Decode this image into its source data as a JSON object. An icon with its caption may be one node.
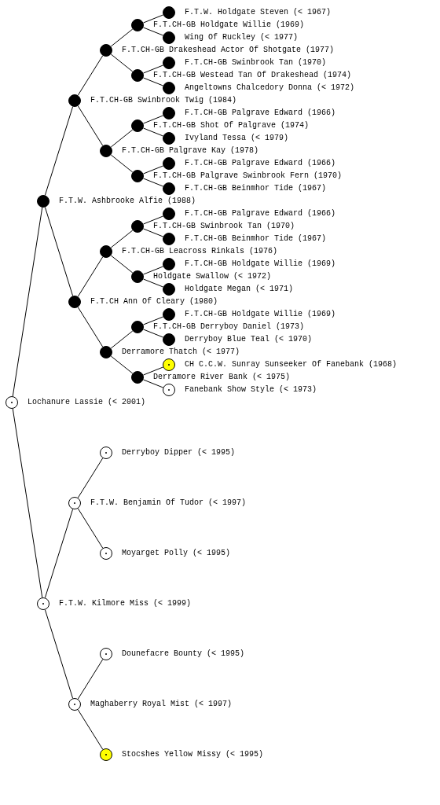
{
  "diagram": {
    "nodes": [
      {
        "text": [
          "F.T.W. Holdgate Steven (< 1967)"
        ]
      },
      {
        "text": [
          "F.T.CH-GB Holdgate Willie (1969)"
        ]
      },
      {
        "text": [
          "Wing Of Ruckley (< 1977)"
        ]
      },
      {
        "text": [
          "F.T.CH-GB Drakeshead Actor Of Shotgate (1977)"
        ]
      },
      {
        "text": [
          "F.T.CH-GB Swinbrook Tan (1970)"
        ]
      },
      {
        "text": [
          "F.T.CH-GB Westead Tan Of Drakeshead (1974)"
        ]
      },
      {
        "text": [
          "Angeltowns Chalcedory Donna (< 1972)"
        ]
      },
      {
        "text": [
          "F.T.CH-GB Swinbrook Twig (1984)"
        ]
      },
      {
        "text": [
          "F.T.CH-GB Palgrave Edward (1966)"
        ]
      },
      {
        "text": [
          "F.T.CH-GB Shot Of Palgrave (1974)"
        ]
      },
      {
        "text": [
          "Ivyland Tessa (< 1979)"
        ]
      },
      {
        "text": [
          "F.T.CH-GB Palgrave Kay (1978)"
        ]
      },
      {
        "text": [
          "F.T.CH-GB Palgrave Edward (1966)"
        ]
      },
      {
        "text": [
          "F.T.CH-GB Palgrave Swinbrook Fern (1970)"
        ]
      },
      {
        "text": [
          "F.T.CH-GB Beinmhor Tide (1967)"
        ]
      },
      {
        "text": [
          "F.T.W. Ashbrooke Alfie (1988)"
        ]
      },
      {
        "text": [
          "F.T.CH-GB Palgrave Edward (1966)"
        ]
      },
      {
        "text": [
          "F.T.CH-GB Swinbrook Tan (1970)"
        ]
      },
      {
        "text": [
          "F.T.CH-GB Beinmhor Tide (1967)"
        ]
      },
      {
        "text": [
          "F.T.CH-GB Leacross Rinkals (1976)"
        ]
      },
      {
        "text": [
          "F.T.CH-GB Holdgate Willie (1969)"
        ]
      },
      {
        "text": [
          "Holdgate Swallow (< 1972)"
        ]
      },
      {
        "text": [
          "Holdgate Megan (< 1971)"
        ]
      },
      {
        "text": [
          "F.T.CH Ann Of Cleary (1980)"
        ]
      },
      {
        "text": [
          "F.T.CH-GB Holdgate Willie (1969)"
        ]
      },
      {
        "text": [
          "F.T.CH-GB Derryboy Daniel (1973)"
        ]
      },
      {
        "text": [
          "Derryboy Blue Teal (< 1970)"
        ]
      },
      {
        "text": [
          "Derramore Thatch (< 1977)"
        ]
      },
      {
        "text": [
          "CH C.C.W. Sunray Sunseeker Of Fanebank (1968)"
        ]
      },
      {
        "text": [
          "Derramore River Bank (< 1975)"
        ]
      },
      {
        "text": [
          "Fanebank Show Style (< 1973)"
        ]
      },
      {
        "text": [
          "Lochanure Lassie (< 2001)"
        ]
      },
      {
        "text": [
          "Derryboy Dipper (< 1995)"
        ]
      },
      {
        "text": [
          "F.T.W. Benjamin Of Tudor (< 1997)"
        ]
      },
      {
        "text": [
          "Moyarget Polly (< 1995)"
        ]
      },
      {
        "text": [
          "F.T.W. Kilmore Miss (< 1999)"
        ]
      },
      {
        "text": [
          "Dounefacre Bounty (< 1995)"
        ]
      },
      {
        "text": [
          "Maghaberry Royal Mist (< 1997)"
        ]
      },
      {
        "text": [
          "Stocshes Yellow Missy (< 1995)"
        ]
      }
    ],
    "edges": [
      {
        "from": 31,
        "to": 15,
        "arrow": "none"
      },
      {
        "from": 31,
        "to": 35,
        "arrow": "none"
      },
      {
        "from": 15,
        "to": 7,
        "arrow": "none"
      },
      {
        "from": 15,
        "to": 23,
        "arrow": "none"
      },
      {
        "from": 7,
        "to": 3,
        "arrow": "none"
      },
      {
        "from": 7,
        "to": 11,
        "arrow": "none"
      },
      {
        "from": 3,
        "to": 1,
        "arrow": "none"
      },
      {
        "from": 3,
        "to": 5,
        "arrow": "none"
      },
      {
        "from": 1,
        "to": 0,
        "arrow": "none"
      },
      {
        "from": 1,
        "to": 2,
        "arrow": "none"
      },
      {
        "from": 5,
        "to": 4,
        "arrow": "none"
      },
      {
        "from": 5,
        "to": 6,
        "arrow": "none"
      },
      {
        "from": 11,
        "to": 9,
        "arrow": "none"
      },
      {
        "from": 11,
        "to": 13,
        "arrow": "none"
      },
      {
        "from": 9,
        "to": 8,
        "arrow": "none"
      },
      {
        "from": 9,
        "to": 10,
        "arrow": "none"
      },
      {
        "from": 13,
        "to": 12,
        "arrow": "none"
      },
      {
        "from": 13,
        "to": 14,
        "arrow": "none"
      },
      {
        "from": 23,
        "to": 19,
        "arrow": "none"
      },
      {
        "from": 23,
        "to": 27,
        "arrow": "none"
      },
      {
        "from": 19,
        "to": 17,
        "arrow": "none"
      },
      {
        "from": 19,
        "to": 21,
        "arrow": "none"
      },
      {
        "from": 17,
        "to": 16,
        "arrow": "none"
      },
      {
        "from": 17,
        "to": 18,
        "arrow": "none"
      },
      {
        "from": 21,
        "to": 20,
        "arrow": "none"
      },
      {
        "from": 21,
        "to": 22,
        "arrow": "none"
      },
      {
        "from": 27,
        "to": 25,
        "arrow": "none"
      },
      {
        "from": 27,
        "to": 29,
        "arrow": "none"
      },
      {
        "from": 25,
        "to": 24,
        "arrow": "none"
      },
      {
        "from": 25,
        "to": 26,
        "arrow": "none"
      },
      {
        "from": 29,
        "to": 28,
        "arrow": "none"
      },
      {
        "from": 29,
        "to": 30,
        "arrow": "none"
      },
      {
        "from": 35,
        "to": 33,
        "arrow": "none"
      },
      {
        "from": 35,
        "to": 37,
        "arrow": "none"
      },
      {
        "from": 33,
        "to": 32,
        "arrow": "none"
      },
      {
        "from": 33,
        "to": 34,
        "arrow": "none"
      },
      {
        "from": 37,
        "to": 36,
        "arrow": "none"
      },
      {
        "from": 37,
        "to": 38,
        "arrow": "none"
      }
    ]
  }
}
